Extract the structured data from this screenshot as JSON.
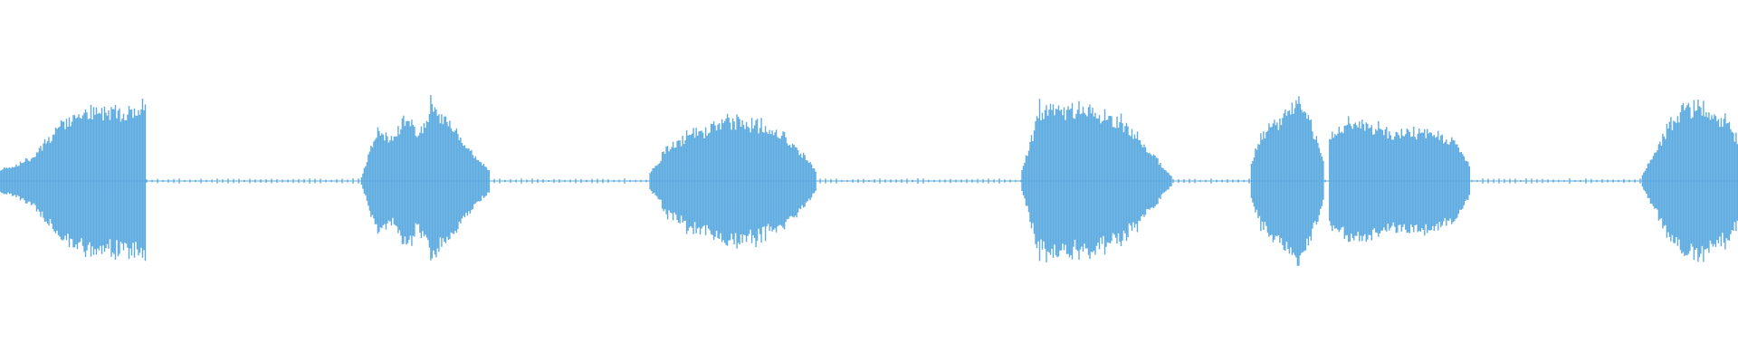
{
  "waveform": {
    "color": "#5dabe0",
    "background": "#ffffff",
    "bursts": [
      {
        "start": 0.0,
        "end": 0.084,
        "shape": [
          0.14,
          0.2,
          0.3,
          0.55,
          0.75,
          0.85,
          0.88,
          0.9,
          0.9,
          0.92
        ]
      },
      {
        "start": 0.208,
        "end": 0.282,
        "shape": [
          0.05,
          0.62,
          0.5,
          0.8,
          0.58,
          0.95,
          0.72,
          0.52,
          0.3,
          0.12
        ]
      },
      {
        "start": 0.374,
        "end": 0.47,
        "shape": [
          0.1,
          0.42,
          0.55,
          0.65,
          0.72,
          0.78,
          0.7,
          0.58,
          0.4,
          0.12
        ]
      },
      {
        "start": 0.588,
        "end": 0.674,
        "shape": [
          0.12,
          0.85,
          0.88,
          0.9,
          0.86,
          0.82,
          0.72,
          0.55,
          0.3,
          0.06
        ]
      },
      {
        "start": 0.72,
        "end": 0.762,
        "shape": [
          0.25,
          0.6,
          0.72,
          0.85,
          1.0,
          0.7,
          0.2
        ]
      },
      {
        "start": 0.765,
        "end": 0.846,
        "shape": [
          0.55,
          0.72,
          0.75,
          0.66,
          0.58,
          0.6,
          0.62,
          0.58,
          0.5,
          0.18
        ]
      },
      {
        "start": 0.945,
        "end": 1.0,
        "shape": [
          0.08,
          0.4,
          0.72,
          0.92,
          0.95,
          0.85,
          0.72,
          0.55
        ]
      }
    ]
  }
}
